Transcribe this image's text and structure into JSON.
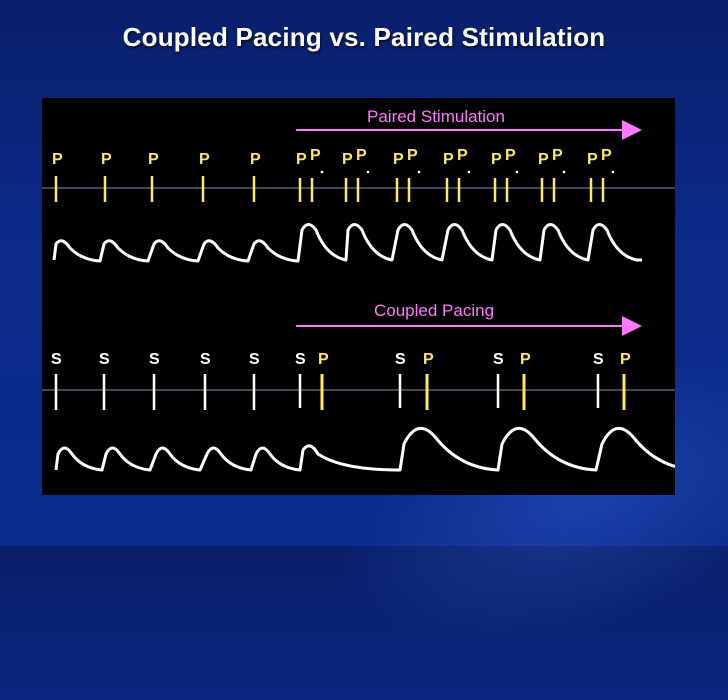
{
  "title": "Coupled Pacing vs. Paired Stimulation",
  "colors": {
    "pink": "#ff78ff",
    "yellow": "#ffe85a",
    "white": "#ffffff",
    "baseline": "#8090b0"
  },
  "top_panel": {
    "arrow_label": "Paired Stimulation",
    "single_label": "P",
    "pair_labels": [
      "P",
      "P"
    ]
  },
  "bottom_panel": {
    "arrow_label": "Coupled Pacing",
    "s_label": "S",
    "p_label": "P"
  }
}
